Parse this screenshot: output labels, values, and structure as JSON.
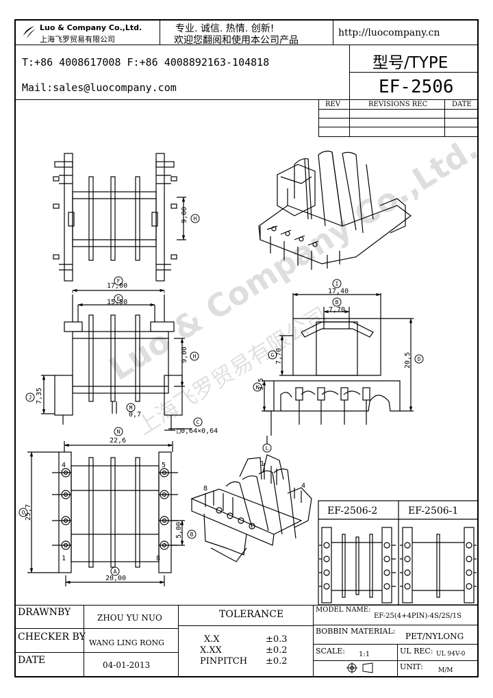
{
  "header": {
    "company_name": "Luo & Company Co.,Ltd.",
    "company_name_cn": "上海飞罗贸易有限公司",
    "slogan_1": "专业. 诚信. 热情. 创新!",
    "slogan_2": "欢迎您翻阅和使用本公司产品",
    "website": "http://luocompany.cn",
    "phone_line": "T:+86 4008617008 F:+86 4008892163-104818",
    "mail_line": "Mail:sales@luocompany.com",
    "type_label": "型号/TYPE",
    "type_value": "EF-2506"
  },
  "revisions": {
    "col_rev": "REV",
    "col_rec": "REVISIONS REC",
    "col_date": "DATE"
  },
  "watermark": {
    "text_en": "Luo & Company Co.,Ltd.",
    "text_cn": "上海飞罗贸易有限公司"
  },
  "dimensions": {
    "h_900_top": "9,00",
    "f_1700": "17,00",
    "e_1550": "15,50",
    "h_900_mid": "9,00",
    "j_735": "7,35",
    "m_070": "0,7",
    "c_064": "□0,64×0,64",
    "i_1740": "17,40",
    "b_770": "7,70",
    "g_770": "7,70",
    "d_205": "20,5",
    "k_35": "3,5",
    "n_226": "22,6",
    "o_257": "25,7",
    "b_500": "5,00",
    "a_2000": "20,00"
  },
  "callouts": {
    "h": "H",
    "f": "F",
    "e": "E",
    "j": "J",
    "m": "M",
    "c": "C",
    "i": "I",
    "b": "B",
    "g": "G",
    "d": "D",
    "k": "K",
    "l": "L",
    "n": "N",
    "o": "O",
    "a": "A"
  },
  "pins": {
    "p4": "4",
    "p5": "5",
    "p1": "1",
    "p8": "8",
    "iso_1": "1",
    "iso_8": "8",
    "iso_4": "4"
  },
  "variants": {
    "v2": "EF-2506-2",
    "v1": "EF-2506-1"
  },
  "title_block": {
    "drawnby_label": "DRAWNBY",
    "drawnby_value": "ZHOU YU NUO",
    "checker_label": "CHECKER BY",
    "checker_value": "WANG LING RONG",
    "date_label": "DATE",
    "date_value": "04-01-2013",
    "tolerance_label": "TOLERANCE",
    "tol_xx_label": "X.X",
    "tol_xx_value": "±0.3",
    "tol_xxx_label": "X.XX",
    "tol_xxx_value": "±0.2",
    "tol_pin_label": "PINPITCH",
    "tol_pin_value": "±0.2",
    "model_label": "MODEL NAME:",
    "model_value": "EF-25(4+4PIN)-4S/2S/1S",
    "bobbin_label": "BOBBIN MATERIAL:",
    "bobbin_value": "PET/NYLONG",
    "scale_label": "SCALE:",
    "scale_value": "1:1",
    "ul_label": "UL REC:",
    "ul_value": "UL 94V-0",
    "unit_label": "UNIT:",
    "unit_value": "M/M"
  }
}
